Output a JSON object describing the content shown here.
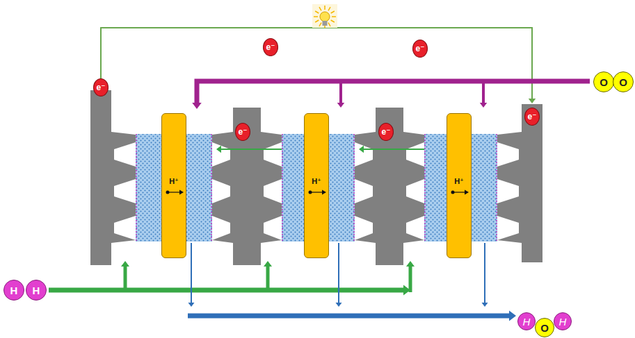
{
  "diagram": {
    "nodes": [
      {
        "text": [
          "e⁻"
        ]
      },
      {
        "text": [
          "e⁻"
        ]
      },
      {
        "text": [
          "O"
        ]
      },
      {
        "text": [
          "O"
        ]
      },
      {
        "text": [
          "e⁻"
        ]
      },
      {
        "text": [
          "e⁻"
        ]
      },
      {
        "text": [
          "e⁻"
        ]
      },
      {
        "text": [
          "e⁻"
        ]
      },
      {
        "text": [
          "H⁺"
        ]
      },
      {
        "text": [
          "H⁺"
        ]
      },
      {
        "text": [
          "H⁺"
        ]
      },
      {
        "text": [
          "H"
        ]
      },
      {
        "text": [
          "H"
        ]
      },
      {
        "text": [
          "H"
        ]
      },
      {
        "text": [
          "O"
        ]
      },
      {
        "text": [
          "H"
        ]
      }
    ]
  }
}
